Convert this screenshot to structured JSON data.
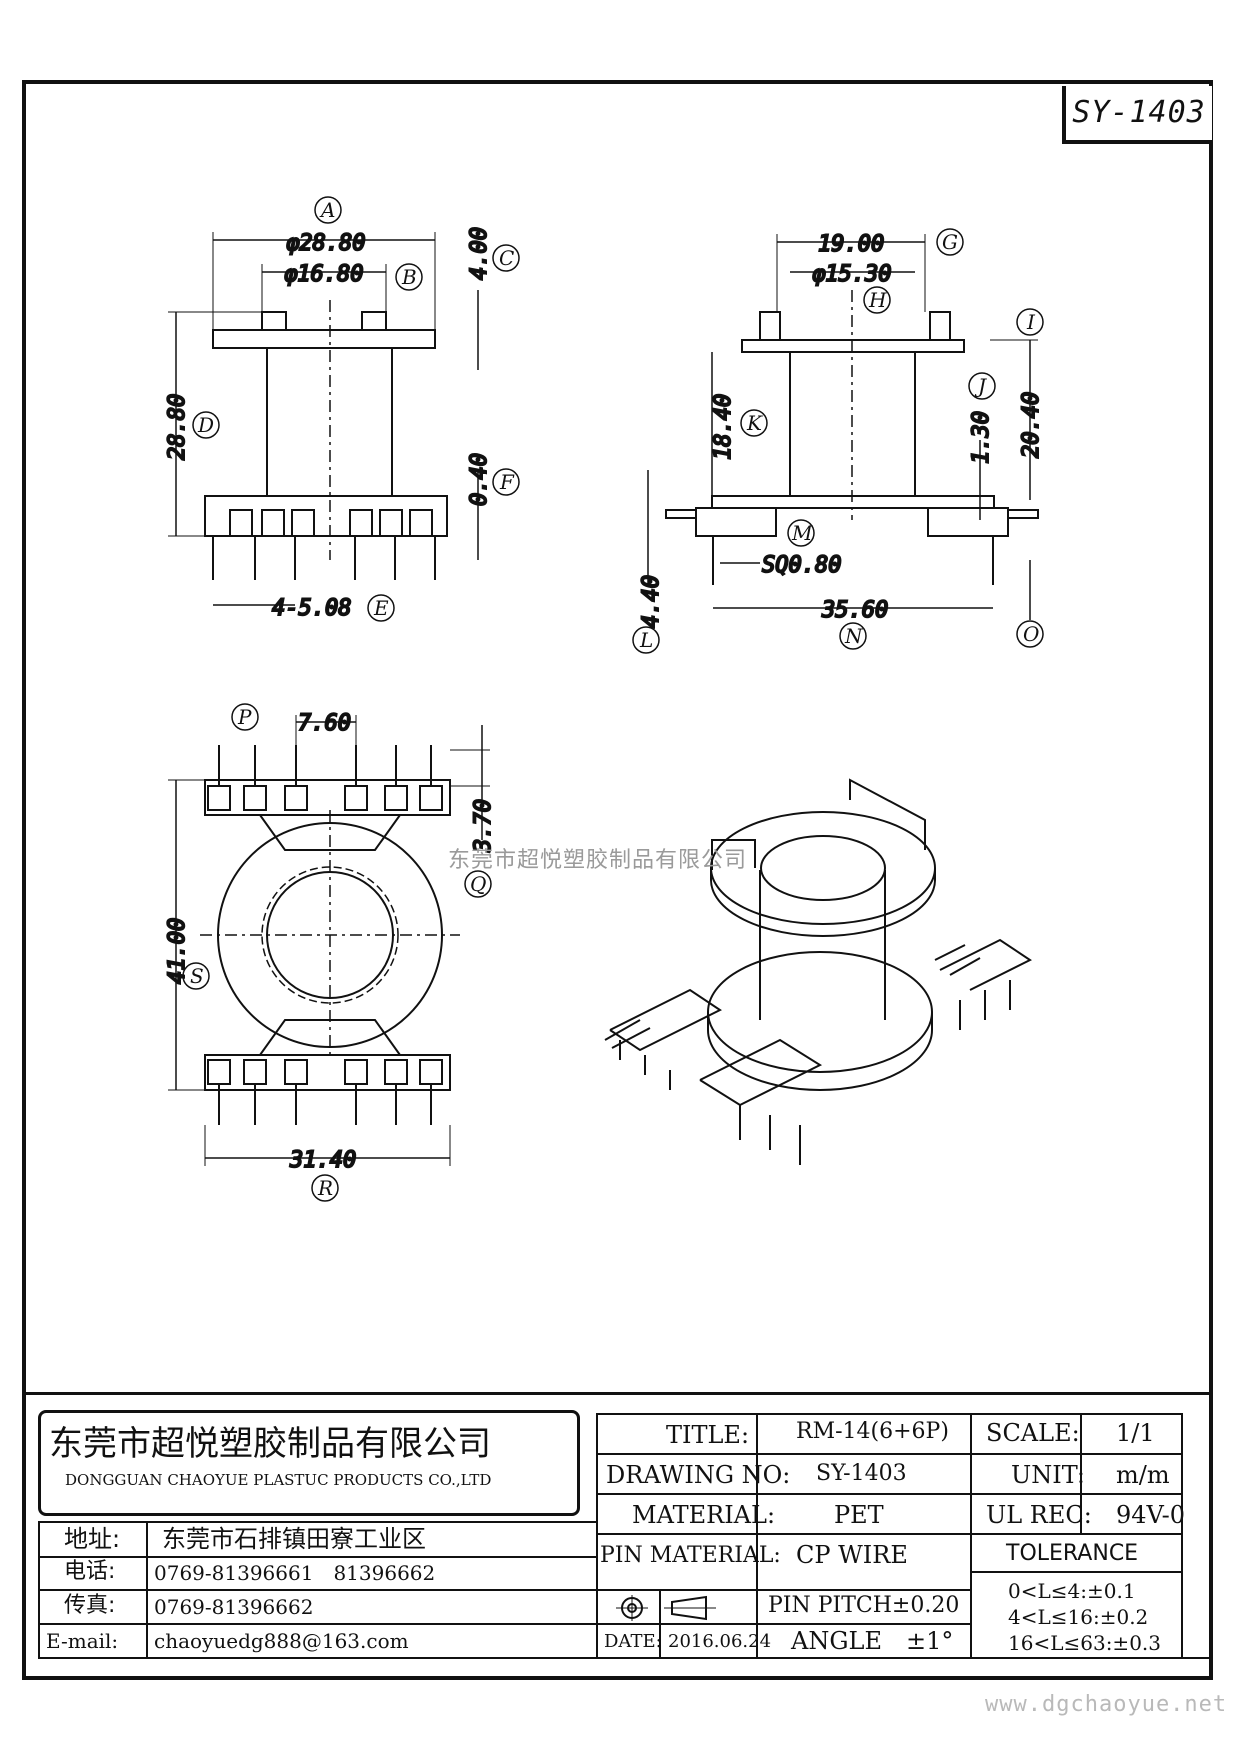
{
  "drawing": {
    "number": "SY-1403",
    "labels": [
      "A",
      "B",
      "C",
      "D",
      "E",
      "F",
      "G",
      "H",
      "I",
      "J",
      "K",
      "L",
      "M",
      "N",
      "O",
      "P",
      "Q",
      "R",
      "S"
    ],
    "dimensions": {
      "a": "φ28.80",
      "b": "φ16.80",
      "c": "4.00",
      "d": "28.80",
      "e": "4-5.08",
      "f": "0.40",
      "g": "19.00",
      "h": "φ15.30",
      "i": "20.40",
      "j": "1.30",
      "k": "18.40",
      "l": "4.40",
      "m": "SQ0.80",
      "n": "35.60",
      "p": "7.60",
      "q": "3.70",
      "r": "31.40",
      "s": "41.00"
    }
  },
  "watermark": "东莞市超悦塑胶制品有限公司",
  "website": "www.dgchaoyue.net",
  "company": {
    "name_cn": "东莞市超悦塑胶制品有限公司",
    "name_en": "DONGGUAN CHAOYUE PLASTUC PRODUCTS CO.,LTD"
  },
  "contact": {
    "address_label": "地址:",
    "address": "东莞市石排镇田寮工业区",
    "tel_label": "电话:",
    "tel": "0769-81396661　81396662",
    "fax_label": "传真:",
    "fax": "0769-81396662",
    "email_label": "E-mail:",
    "email": "chaoyuedg888@163.com"
  },
  "spec": {
    "title_label": "TITLE:",
    "title": "RM-14(6+6P)",
    "drawing_no_label": "DRAWING NO:",
    "drawing_no": "SY-1403",
    "material_label": "MATERIAL:",
    "material": "PET",
    "pin_material_label": "PIN MATERIAL:",
    "pin_material": "CP WIRE",
    "pin_pitch": "PIN PITCH±0.20",
    "date_label": "DATE:",
    "date": "2016.06.24",
    "angle": "ANGLE　±1°",
    "scale_label": "SCALE:",
    "scale": "1/1",
    "unit_label": "UNIT:",
    "unit": "m/m",
    "ul_label": "UL REC:",
    "ul": "94V-0",
    "tolerance_label": "TOLERANCE",
    "tolerances": [
      "0<L≤4:±0.1",
      "4<L≤16:±0.2",
      "16<L≤63:±0.3"
    ]
  }
}
